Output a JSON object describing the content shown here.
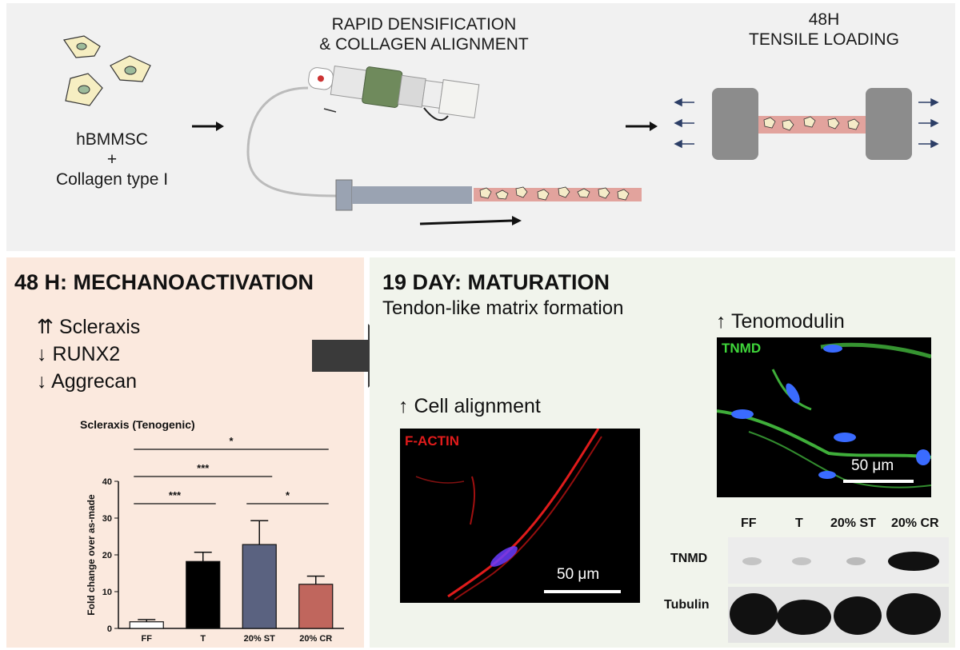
{
  "top": {
    "cells_label_line1": "hBMMSC",
    "cells_label_line2": "+",
    "cells_label_line3": "Collagen type I",
    "step2_line1": "RAPID DENSIFICATION",
    "step2_line2": "& COLLAGEN ALIGNMENT",
    "step3_line1": "48H",
    "step3_line2": "TENSILE LOADING"
  },
  "left": {
    "title": "48 H: MECHANOACTIVATION",
    "items": [
      "⇈ Scleraxis",
      "↓ RUNX2",
      "↓ Aggrecan"
    ]
  },
  "right": {
    "title": "19 DAY: MATURATION",
    "subtitle": "Tendon-like matrix formation",
    "tenomodulin_label": "↑ Tenomodulin",
    "alignment_label": "↑ Cell alignment",
    "tnmd_stain": "TNMD",
    "factin_stain": "F-ACTIN",
    "scale_bar_text": "50 μm",
    "wb_columns": [
      "FF",
      "T",
      "20% ST",
      "20% CR"
    ],
    "wb_rows": [
      "TNMD",
      "Tubulin"
    ]
  },
  "chart_data": {
    "type": "bar",
    "title": "Scleraxis (Tenogenic)",
    "ylabel": "Fold change over as-made",
    "xlabel": "",
    "categories": [
      "FF",
      "T",
      "20% ST",
      "20% CR"
    ],
    "values": [
      1.8,
      18.2,
      22.8,
      12.0
    ],
    "errors": [
      0.6,
      2.5,
      6.5,
      2.2
    ],
    "ylim": [
      0,
      40
    ],
    "yticks": [
      0,
      10,
      20,
      30,
      40
    ],
    "colors": [
      "#ffffff",
      "#000000",
      "#5a6280",
      "#c0665d"
    ],
    "significance": [
      {
        "from": "FF",
        "to": "20% CR",
        "label": "*"
      },
      {
        "from": "FF",
        "to": "20% ST",
        "label": "***"
      },
      {
        "from": "FF",
        "to": "T",
        "label": "***"
      },
      {
        "from": "20% ST",
        "to": "20% CR",
        "label": "*"
      }
    ]
  }
}
